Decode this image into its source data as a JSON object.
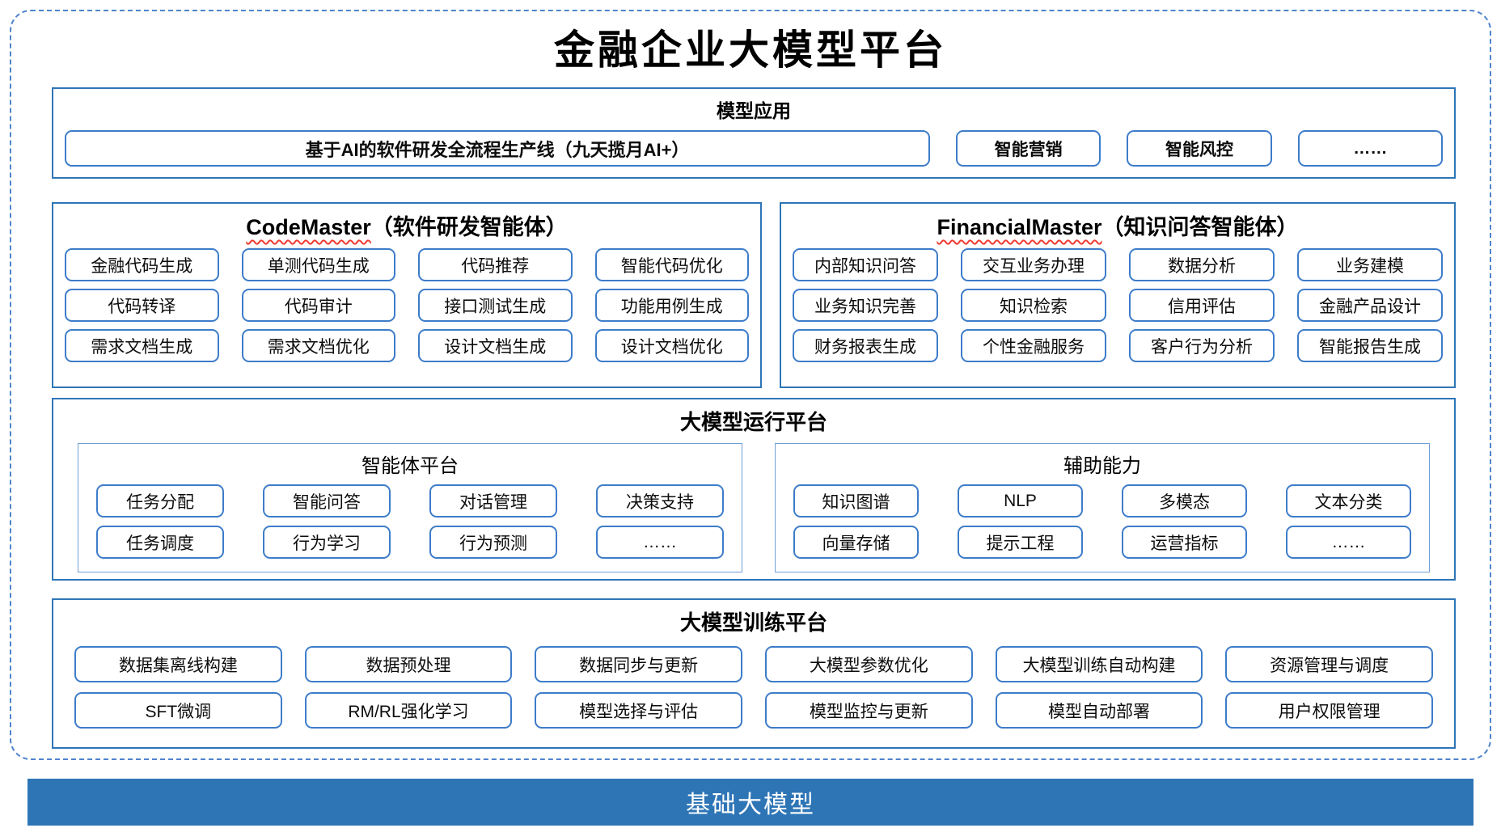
{
  "title": "金融企业大模型平台",
  "colors": {
    "section_border": "#2e75b6",
    "box_border": "#3d7cc9",
    "dashed_frame": "#4f83cc",
    "foundation_bg": "#2e75b6",
    "squiggle_red": "#f03b30"
  },
  "sections": {
    "model_app": {
      "title": "模型应用",
      "main_box": "基于AI的软件研发全流程生产线（九天揽月AI+）",
      "boxes": [
        "智能营销",
        "智能风控",
        "……"
      ]
    },
    "code_master": {
      "title_en": "CodeMaster",
      "title_zh": "（软件研发智能体）",
      "items": [
        "金融代码生成",
        "单测代码生成",
        "代码推荐",
        "智能代码优化",
        "代码转译",
        "代码审计",
        "接口测试生成",
        "功能用例生成",
        "需求文档生成",
        "需求文档优化",
        "设计文档生成",
        "设计文档优化"
      ]
    },
    "financial_master": {
      "title_en": "FinancialMaster",
      "title_zh": "（知识问答智能体）",
      "items": [
        "内部知识问答",
        "交互业务办理",
        "数据分析",
        "业务建模",
        "业务知识完善",
        "知识检索",
        "信用评估",
        "金融产品设计",
        "财务报表生成",
        "个性金融服务",
        "客户行为分析",
        "智能报告生成"
      ]
    },
    "runtime": {
      "title": "大模型运行平台",
      "agent_platform": {
        "title": "智能体平台",
        "items": [
          "任务分配",
          "智能问答",
          "对话管理",
          "决策支持",
          "任务调度",
          "行为学习",
          "行为预测",
          "……"
        ]
      },
      "aux": {
        "title": "辅助能力",
        "items": [
          "知识图谱",
          "NLP",
          "多模态",
          "文本分类",
          "向量存储",
          "提示工程",
          "运营指标",
          "……"
        ]
      }
    },
    "training": {
      "title": "大模型训练平台",
      "items": [
        "数据集离线构建",
        "数据预处理",
        "数据同步与更新",
        "大模型参数优化",
        "大模型训练自动构建",
        "资源管理与调度",
        "SFT微调",
        "RM/RL强化学习",
        "模型选择与评估",
        "模型监控与更新",
        "模型自动部署",
        "用户权限管理"
      ]
    },
    "foundation": {
      "title": "基础大模型"
    }
  }
}
